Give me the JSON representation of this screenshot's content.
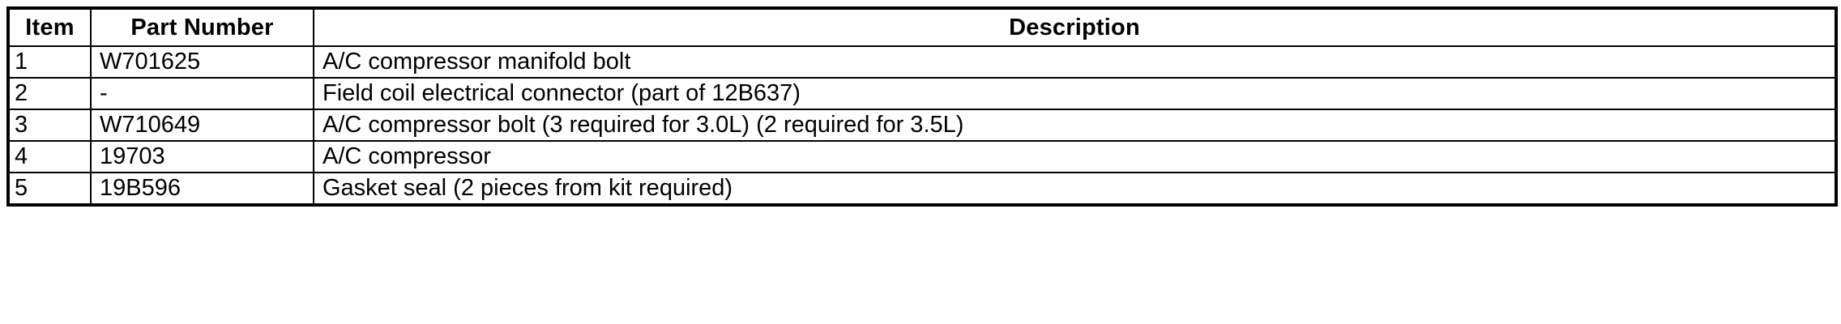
{
  "table": {
    "columns": [
      {
        "key": "item",
        "label": "Item",
        "align": "center"
      },
      {
        "key": "part_number",
        "label": "Part Number",
        "align": "center"
      },
      {
        "key": "description",
        "label": "Description",
        "align": "center"
      }
    ],
    "rows": [
      {
        "item": "1",
        "part_number": "W701625",
        "description": "A/C compressor manifold bolt"
      },
      {
        "item": "2",
        "part_number": "-",
        "description": "Field coil electrical connector (part of 12B637)"
      },
      {
        "item": "3",
        "part_number": "W710649",
        "description": "A/C compressor bolt (3 required for 3.0L) (2 required for 3.5L)"
      },
      {
        "item": "4",
        "part_number": "19703",
        "description": "A/C compressor"
      },
      {
        "item": "5",
        "part_number": "19B596",
        "description": "Gasket seal (2 pieces from kit required)"
      }
    ]
  },
  "colors": {
    "rule": "#000000",
    "text": "#000000",
    "background": "#ffffff"
  }
}
